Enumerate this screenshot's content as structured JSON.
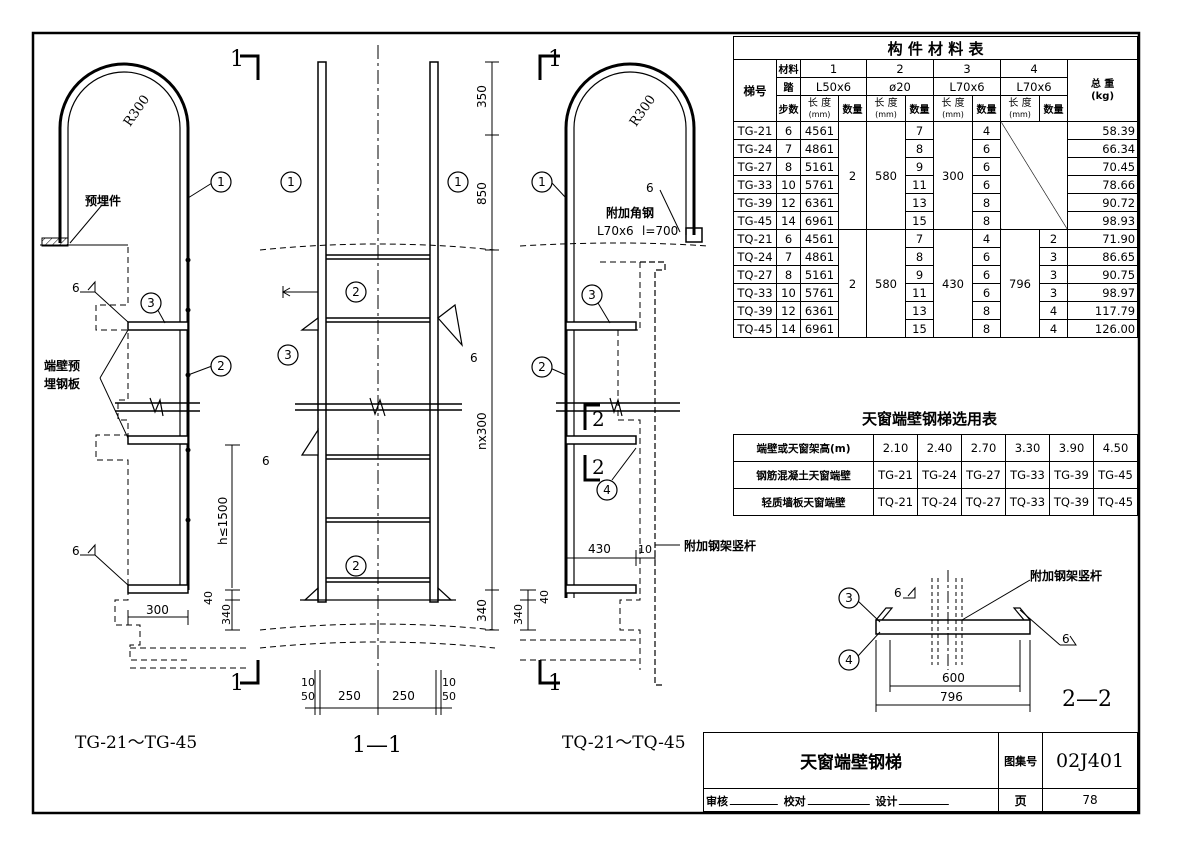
{
  "material_table": {
    "title": "构 件 材 料 表",
    "h_code": "梯号",
    "h_material": "材料",
    "h_steps_a": "踏",
    "h_steps_b": "步数",
    "h_total": "总 重",
    "h_total_unit": "(kg)",
    "h_len": "长 度",
    "h_len_unit": "(mm)",
    "h_qty": "数量",
    "cols": [
      {
        "no": "1",
        "spec": "L50x6"
      },
      {
        "no": "2",
        "spec": "ø20"
      },
      {
        "no": "3",
        "spec": "L70x6"
      },
      {
        "no": "4",
        "spec": "L70x6"
      }
    ],
    "tg": {
      "qty1": "2",
      "len2": "580",
      "len3": "300",
      "rows": [
        {
          "code": "TG-21",
          "steps": "6",
          "len1": "4561",
          "qty2": "7",
          "qty3": "4",
          "total": "58.39"
        },
        {
          "code": "TG-24",
          "steps": "7",
          "len1": "4861",
          "qty2": "8",
          "qty3": "6",
          "total": "66.34"
        },
        {
          "code": "TG-27",
          "steps": "8",
          "len1": "5161",
          "qty2": "9",
          "qty3": "6",
          "total": "70.45"
        },
        {
          "code": "TG-33",
          "steps": "10",
          "len1": "5761",
          "qty2": "11",
          "qty3": "6",
          "total": "78.66"
        },
        {
          "code": "TG-39",
          "steps": "12",
          "len1": "6361",
          "qty2": "13",
          "qty3": "8",
          "total": "90.72"
        },
        {
          "code": "TG-45",
          "steps": "14",
          "len1": "6961",
          "qty2": "15",
          "qty3": "8",
          "total": "98.93"
        }
      ]
    },
    "tq": {
      "qty1": "2",
      "len2": "580",
      "len3": "430",
      "len4": "796",
      "rows": [
        {
          "code": "TQ-21",
          "steps": "6",
          "len1": "4561",
          "qty2": "7",
          "qty3": "4",
          "qty4": "2",
          "total": "71.90"
        },
        {
          "code": "TQ-24",
          "steps": "7",
          "len1": "4861",
          "qty2": "8",
          "qty3": "6",
          "qty4": "3",
          "total": "86.65"
        },
        {
          "code": "TQ-27",
          "steps": "8",
          "len1": "5161",
          "qty2": "9",
          "qty3": "6",
          "qty4": "3",
          "total": "90.75"
        },
        {
          "code": "TQ-33",
          "steps": "10",
          "len1": "5761",
          "qty2": "11",
          "qty3": "6",
          "qty4": "3",
          "total": "98.97"
        },
        {
          "code": "TQ-39",
          "steps": "12",
          "len1": "6361",
          "qty2": "13",
          "qty3": "8",
          "qty4": "4",
          "total": "117.79"
        },
        {
          "code": "TQ-45",
          "steps": "14",
          "len1": "6961",
          "qty2": "15",
          "qty3": "8",
          "qty4": "4",
          "total": "126.00"
        }
      ]
    }
  },
  "selection_table": {
    "title": "天窗端壁钢梯选用表",
    "rows": [
      {
        "label": "端壁或天窗架高(m)",
        "values": [
          "2.10",
          "2.40",
          "2.70",
          "3.30",
          "3.90",
          "4.50"
        ]
      },
      {
        "label": "钢筋混凝土天窗端壁",
        "values": [
          "TG-21",
          "TG-24",
          "TG-27",
          "TG-33",
          "TG-39",
          "TG-45"
        ]
      },
      {
        "label": "轻质墙板天窗端壁",
        "values": [
          "TQ-21",
          "TQ-24",
          "TQ-27",
          "TQ-33",
          "TQ-39",
          "TQ-45"
        ]
      }
    ]
  },
  "drawings": {
    "left": {
      "caption": "TG-21～TG-45",
      "radius": "R300",
      "embed": "预埋件",
      "plate_a": "端壁预",
      "plate_b": "埋钢板",
      "weld": "6",
      "dim_width": "300",
      "dim_40": "40",
      "dim_340": "340",
      "dim_h": "h≤1500",
      "sec_mark": "1"
    },
    "mid": {
      "caption": "1—1",
      "dims_top": [
        "350",
        "850"
      ],
      "dim_n": "nx300",
      "dim_340": "340",
      "dims_bottom_a": [
        "10",
        "250",
        "250",
        "10"
      ],
      "dims_bottom_b": [
        "50",
        "50"
      ],
      "weld": "6"
    },
    "right": {
      "caption": "TQ-21～TQ-45",
      "radius": "R300",
      "angle_label": "附加角钢",
      "angle_spec": "L70x6",
      "angle_len": "l=700",
      "post_label": "附加钢架竖杆",
      "dim_430": "430",
      "dim_10": "10",
      "dim_40": "40",
      "dim_340": "340",
      "sec_mark": "1",
      "sec2": "2",
      "weld": "6"
    },
    "detail": {
      "caption": "2—2",
      "post_label": "附加钢架竖杆",
      "dim_600": "600",
      "dim_796": "796",
      "weld": "6"
    },
    "callouts": [
      "1",
      "2",
      "3",
      "4"
    ]
  },
  "title_block": {
    "title": "天窗端壁钢梯",
    "atlas_label": "图集号",
    "atlas_no": "02J401",
    "review": "审核",
    "check": "校对",
    "design": "设计",
    "page_label": "页",
    "page_no": "78"
  }
}
